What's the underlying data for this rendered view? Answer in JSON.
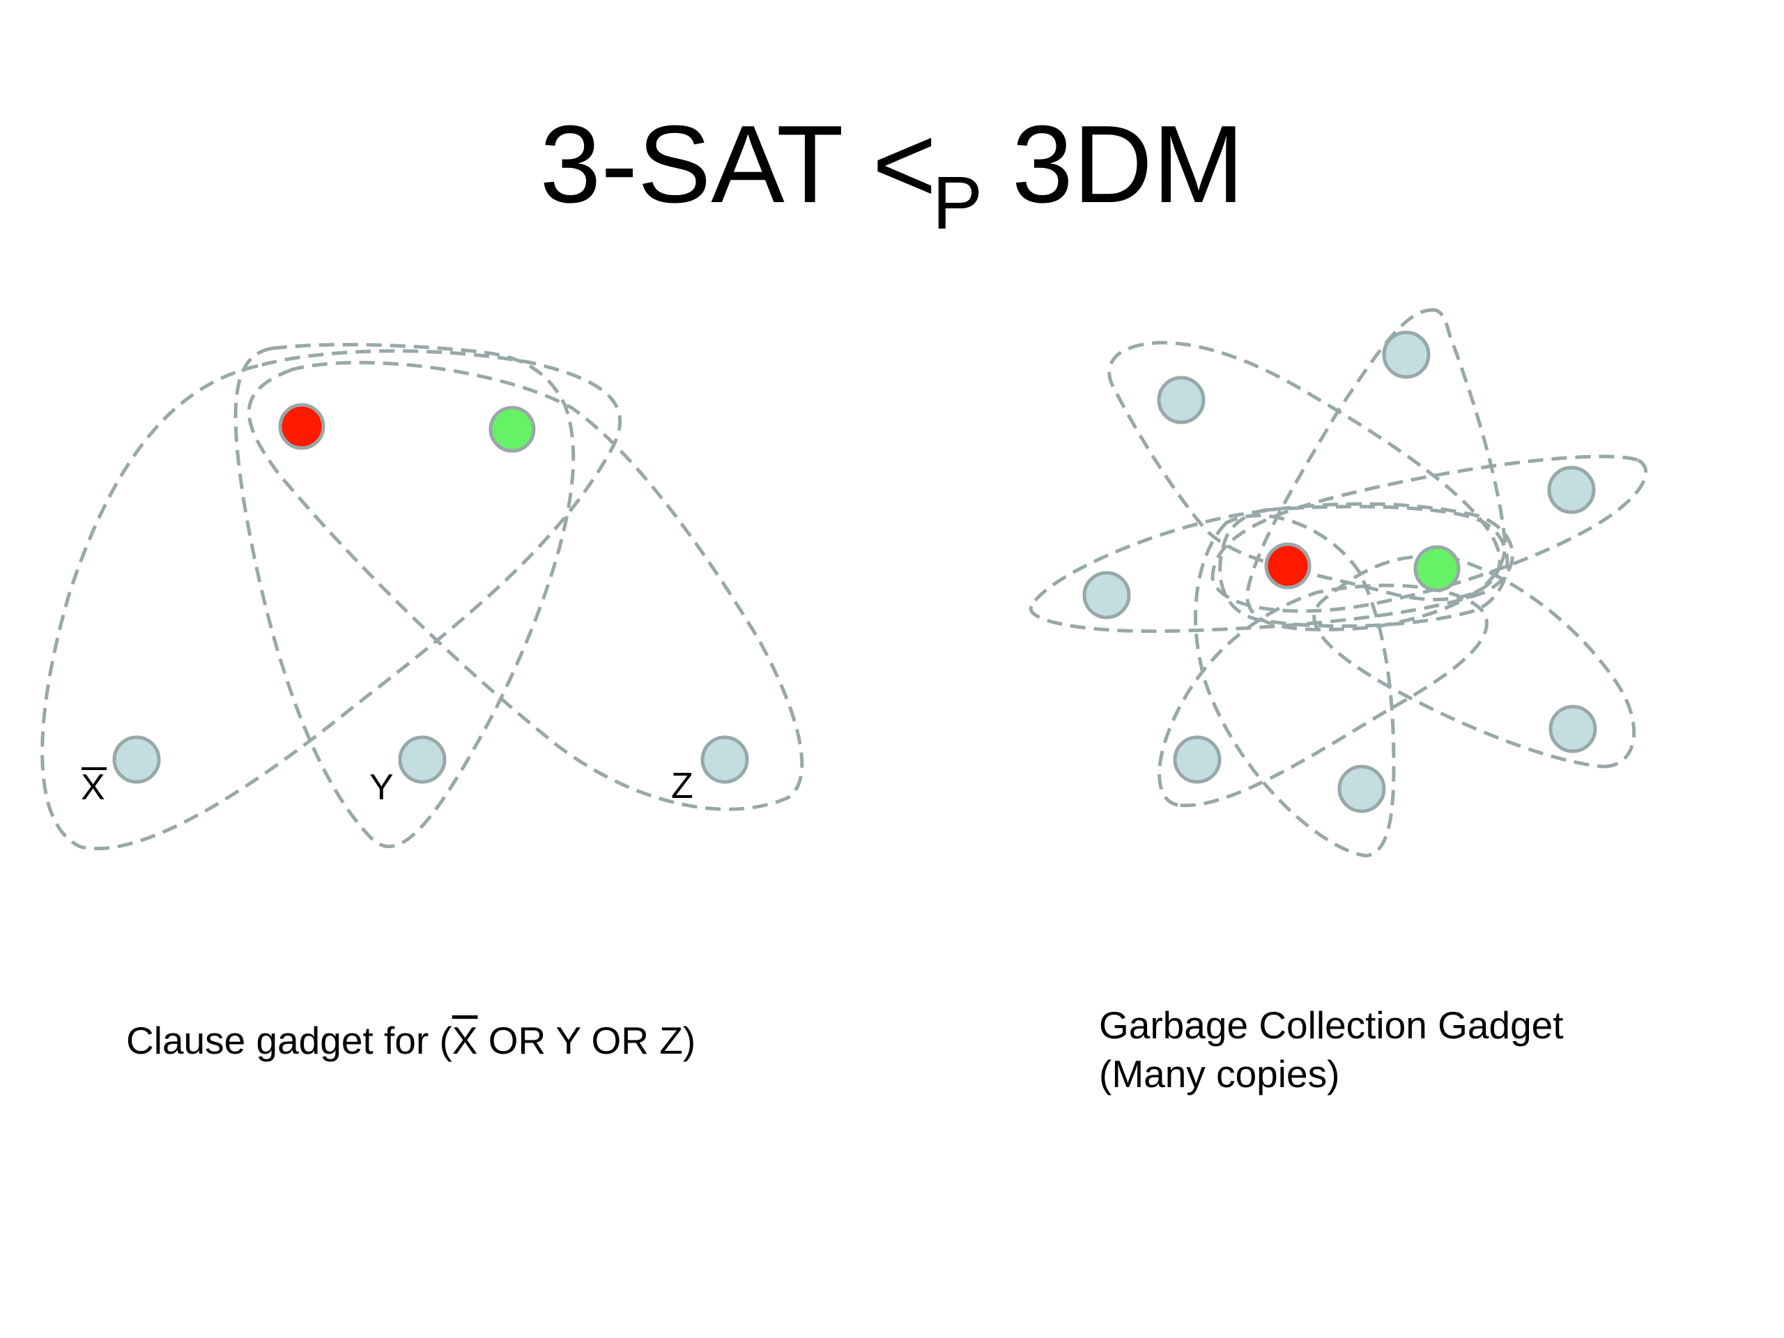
{
  "title": {
    "main": "3-SAT <",
    "subscript": "P",
    "rest": "3DM"
  },
  "clause_gadget": {
    "labels": {
      "x": "X",
      "y": "Y",
      "z": "Z"
    },
    "caption": {
      "prefix": "Clause gadget for (",
      "negated_var": "X",
      "suffix": " OR Y OR Z)"
    }
  },
  "garbage_gadget": {
    "caption_line1": "Garbage Collection Gadget",
    "caption_line2": "(Many copies)"
  },
  "colors": {
    "node_fill": "#c3dde1",
    "node_stroke": "#98a8a8",
    "red_node": "#ff1a00",
    "green_node": "#66f266",
    "dashed_line": "#98a8a8"
  }
}
